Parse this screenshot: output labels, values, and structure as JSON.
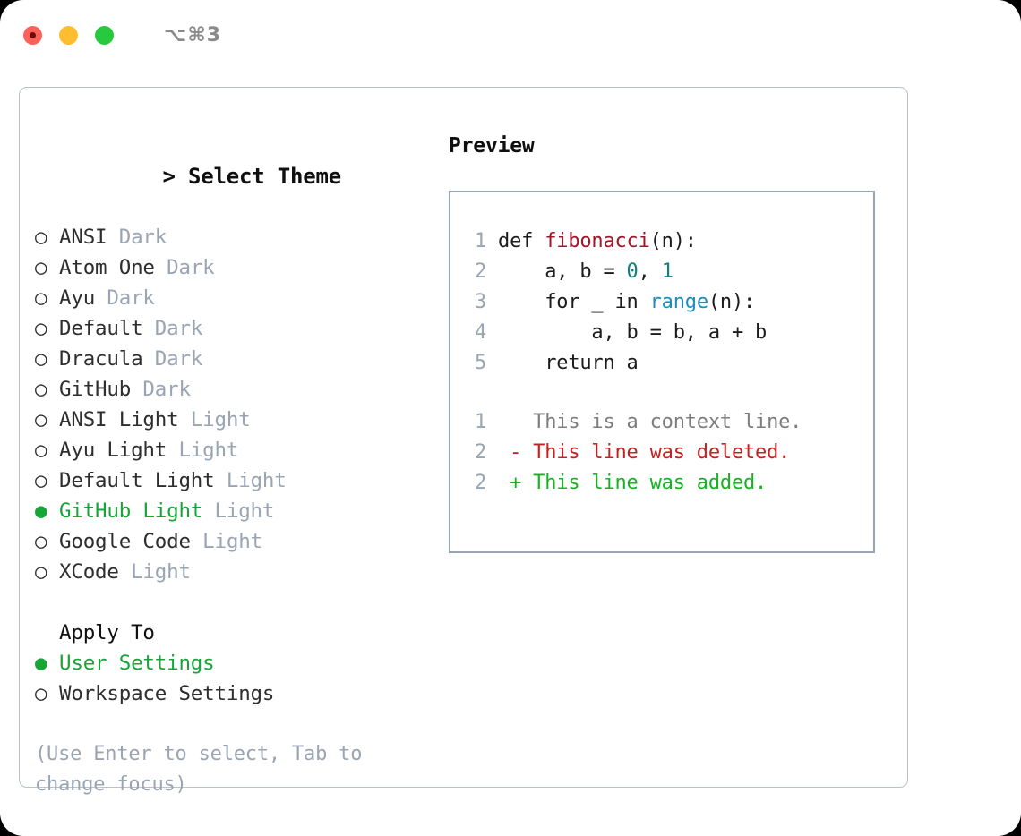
{
  "window": {
    "shortcut": "⌥⌘3",
    "traffic_lights": [
      "close-dot",
      "minimize-dot",
      "maximize-dot"
    ],
    "colors": {
      "close": "#ff6159",
      "minimize": "#ffbd2f",
      "maximize": "#27c93f",
      "accent_green": "#16a637",
      "muted": "#9aa5b4",
      "border": "#b9c2cc"
    }
  },
  "theme_picker": {
    "header": {
      "caret": "> ",
      "title": "Select Theme"
    },
    "markers": {
      "selected": "●",
      "unselected": "○"
    },
    "items": [
      {
        "label": "ANSI",
        "variant": "Dark",
        "selected": false
      },
      {
        "label": "Atom One",
        "variant": "Dark",
        "selected": false
      },
      {
        "label": "Ayu",
        "variant": "Dark",
        "selected": false
      },
      {
        "label": "Default",
        "variant": "Dark",
        "selected": false
      },
      {
        "label": "Dracula",
        "variant": "Dark",
        "selected": false
      },
      {
        "label": "GitHub",
        "variant": "Dark",
        "selected": false
      },
      {
        "label": "ANSI Light",
        "variant": "Light",
        "selected": false
      },
      {
        "label": "Ayu Light",
        "variant": "Light",
        "selected": false
      },
      {
        "label": "Default Light",
        "variant": "Light",
        "selected": false
      },
      {
        "label": "GitHub Light",
        "variant": "Light",
        "selected": true
      },
      {
        "label": "Google Code",
        "variant": "Light",
        "selected": false
      },
      {
        "label": "XCode",
        "variant": "Light",
        "selected": false
      }
    ]
  },
  "apply_to": {
    "title": "Apply To",
    "items": [
      {
        "label": "User Settings",
        "selected": true
      },
      {
        "label": "Workspace Settings",
        "selected": false
      }
    ]
  },
  "hint": "(Use Enter to select, Tab to change focus)",
  "preview": {
    "title": "Preview",
    "code_lines": [
      {
        "no": "1",
        "tokens": [
          {
            "text": "def ",
            "kind": "plain"
          },
          {
            "text": "fibonacci",
            "kind": "fn"
          },
          {
            "text": "(n):",
            "kind": "plain"
          }
        ]
      },
      {
        "no": "2",
        "tokens": [
          {
            "text": "    a, b = ",
            "kind": "plain"
          },
          {
            "text": "0",
            "kind": "num"
          },
          {
            "text": ", ",
            "kind": "plain"
          },
          {
            "text": "1",
            "kind": "num"
          }
        ]
      },
      {
        "no": "3",
        "tokens": [
          {
            "text": "    for _ in ",
            "kind": "plain"
          },
          {
            "text": "range",
            "kind": "call"
          },
          {
            "text": "(n):",
            "kind": "plain"
          }
        ]
      },
      {
        "no": "4",
        "tokens": [
          {
            "text": "        a, b = b, a + b",
            "kind": "plain"
          }
        ]
      },
      {
        "no": "5",
        "tokens": [
          {
            "text": "    return a",
            "kind": "plain"
          }
        ]
      }
    ],
    "diff_lines": [
      {
        "no": "1",
        "sign": " ",
        "text": "This is a context line.",
        "kind": "ctx"
      },
      {
        "no": "2",
        "sign": "-",
        "text": "This line was deleted.",
        "kind": "del"
      },
      {
        "no": "2",
        "sign": "+",
        "text": "This line was added.",
        "kind": "add"
      }
    ]
  }
}
